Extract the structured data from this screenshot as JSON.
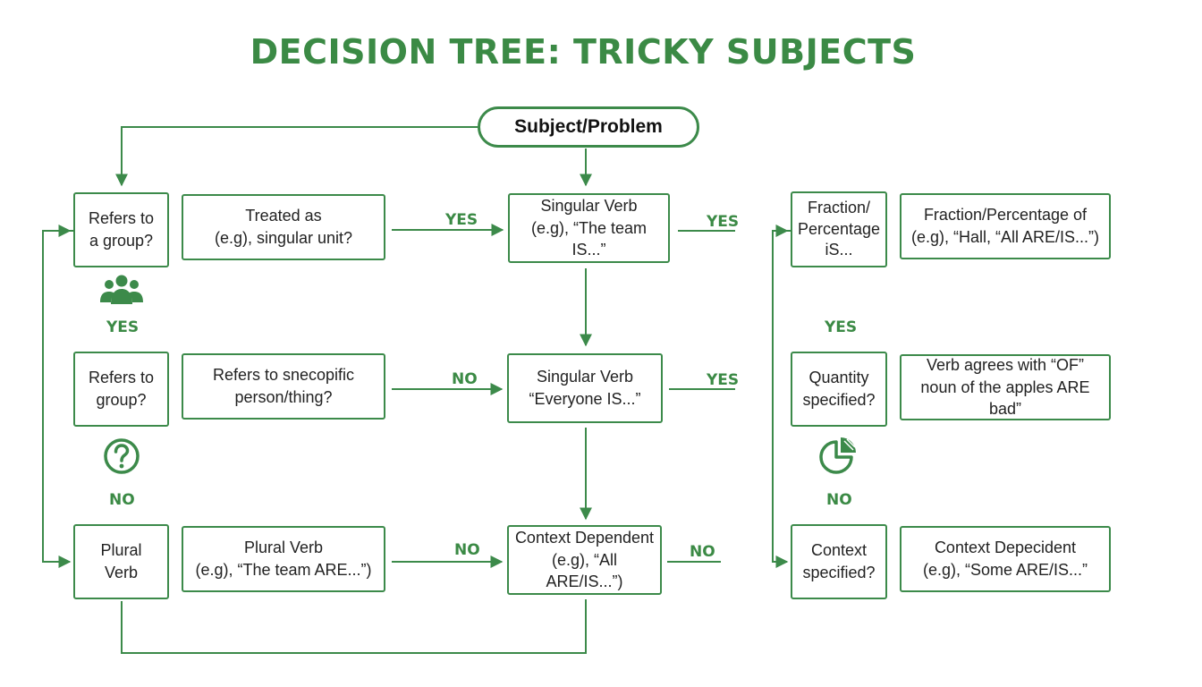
{
  "title": "DECISION TREE: TRICKY SUBJECTS",
  "accent_color": "#3c8a4a",
  "start": "Subject/Problem",
  "left_column": {
    "group_question": "Refers to\na group?",
    "group_question_2": "Refers to\ngroup?",
    "plural_verb": "Plural\nVerb",
    "yes_label": "YES",
    "no_label": "NO",
    "group_icon": "people-group-icon",
    "question_icon": "question-circle-icon"
  },
  "middle_column": {
    "treated_as": "Treated as\n(e.g),  singular unit?",
    "specific": "Refers to snecopific\nperson/thing?",
    "plural_example": "Plural Verb\n(e.g), “The team ARE...”)",
    "singular_verb": "Singular Verb\n(e.g), “The team IS...”",
    "singular_everyone": "Singular Verb\n“Everyone IS...”",
    "context_dependent": "Context Dependent\n(e.g), “All ARE/IS...”)"
  },
  "edge_labels": {
    "yes_1": "YES",
    "yes_2": "YES",
    "no_1": "NO",
    "yes_3": "YES",
    "no_2": "NO",
    "no_3": "NO"
  },
  "right_column": {
    "fraction": "Fraction/\nPercentage\niS...",
    "fraction_detail": "Fraction/Percentage of\n(e.g), “Hall, “All ARE/IS...”)",
    "quantity": "Quantity\nspecified?",
    "verb_agrees": "Verb agrees with “OF”\nnoun of the apples ARE bad”",
    "context_specified": "Context\nspecified?",
    "context_detail": "Context Depecident\n(e.g), “Some ARE/IS...”",
    "yes_label": "YES",
    "no_label": "NO",
    "pie_icon": "pie-chart-icon"
  }
}
